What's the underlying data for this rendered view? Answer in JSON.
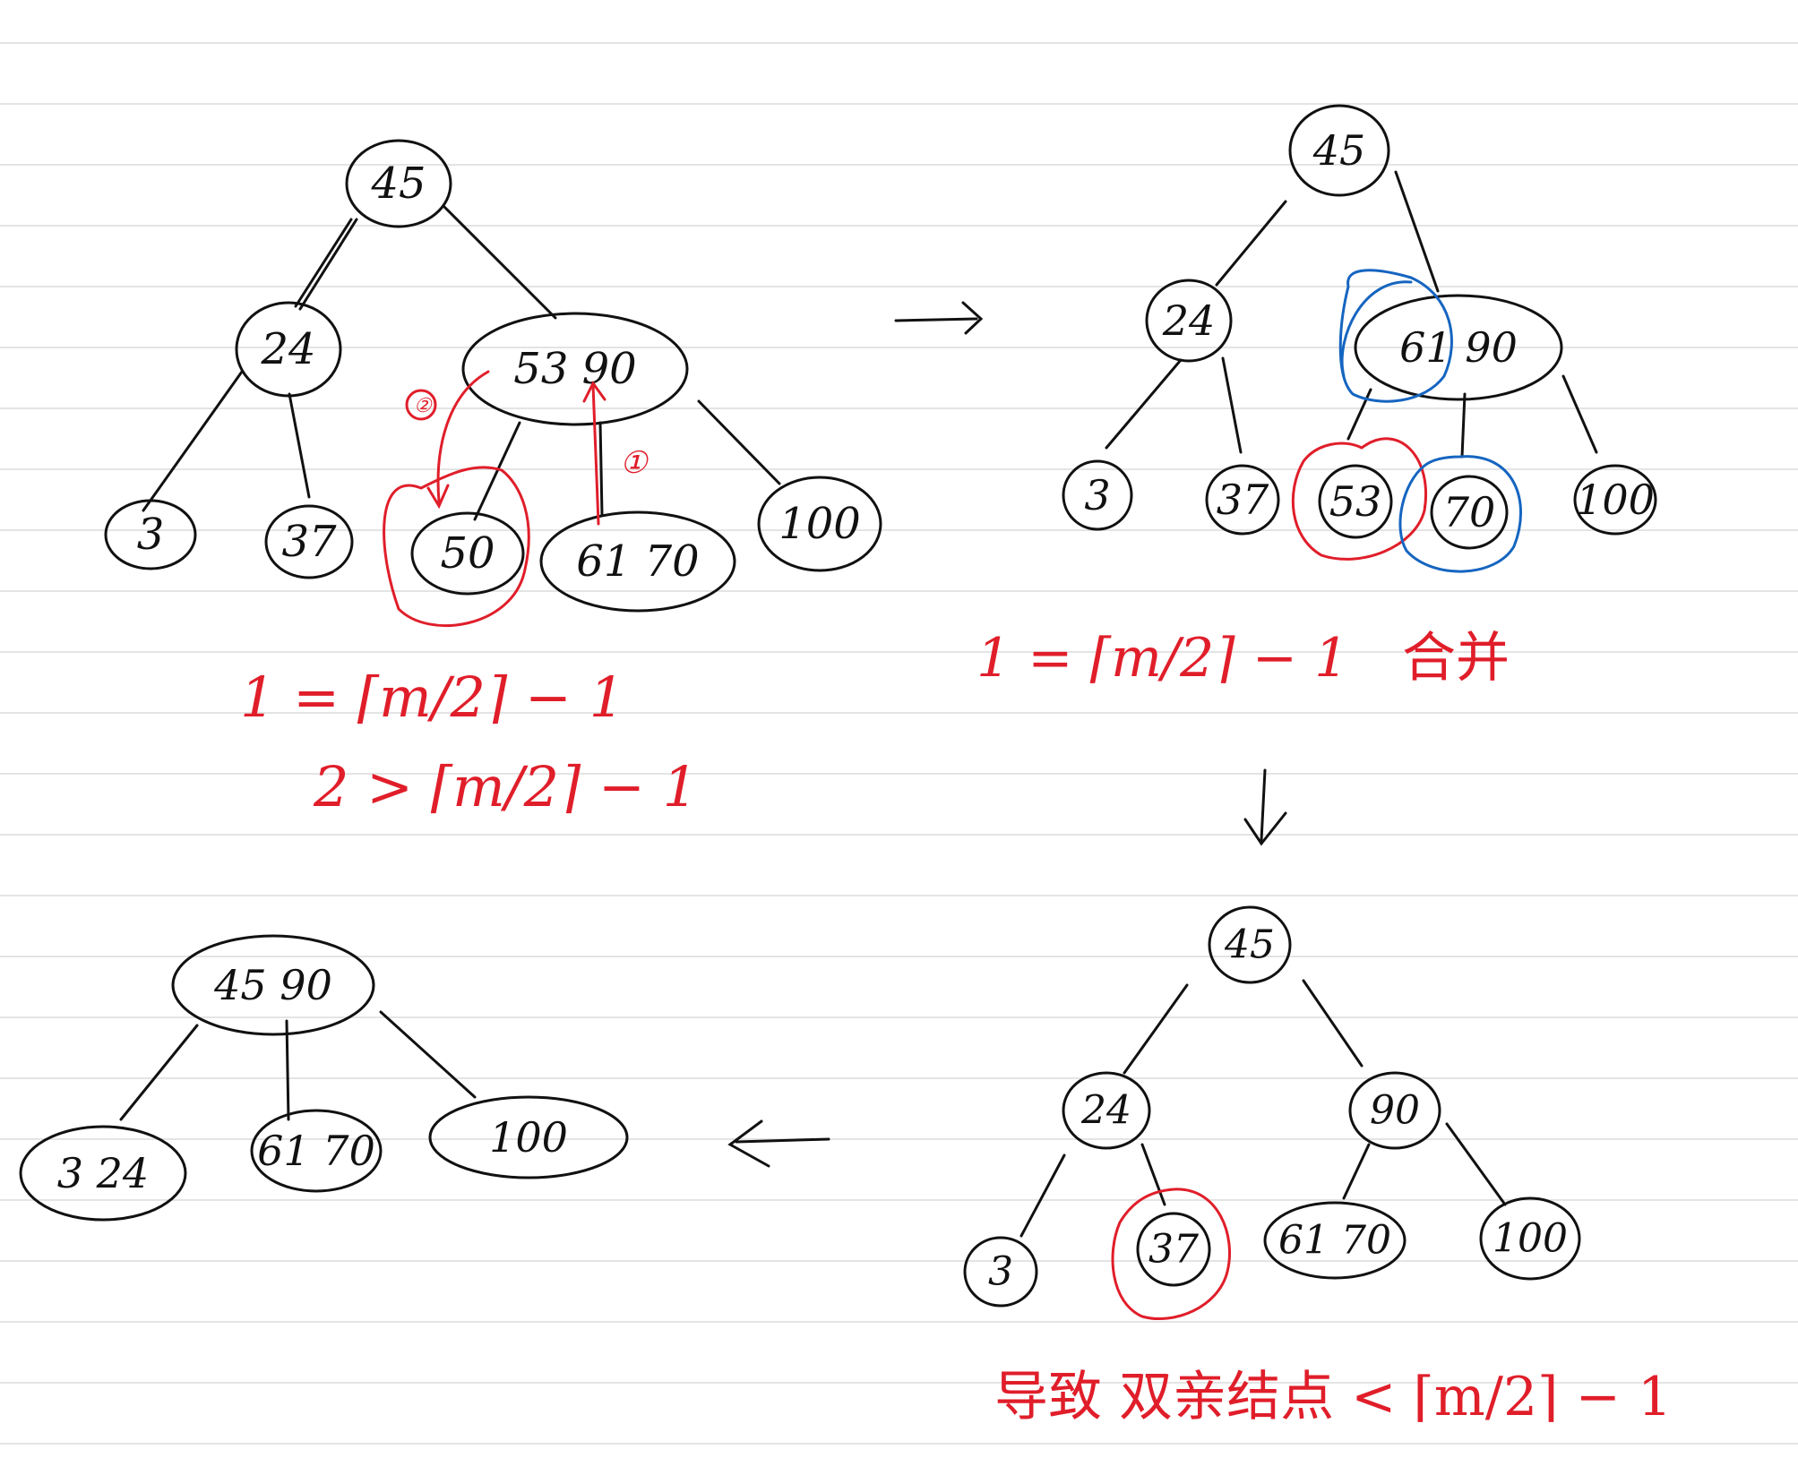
{
  "colors": {
    "ink": "#111111",
    "red": "#e01e2a",
    "blue": "#1565c0",
    "rule": "#e4e4e4"
  },
  "diagram1": {
    "root": "45",
    "left": "24",
    "right": "53 90",
    "leaves": [
      "3",
      "37",
      "50",
      "61 70",
      "100"
    ],
    "step1": "①",
    "step2": "②",
    "note1": "1 = ⌈m/2⌉ − 1",
    "note2": "2 > ⌈m/2⌉ − 1"
  },
  "diagram2": {
    "root": "45",
    "left": "24",
    "right": "61 90",
    "leaves": [
      "3",
      "37",
      "53",
      "70",
      "100"
    ],
    "note1": "1 = ⌈m/2⌉ − 1",
    "note2": "合并"
  },
  "diagram3": {
    "root": "45",
    "left": "24",
    "right": "90",
    "leaves": [
      "3",
      "37",
      "61 70",
      "100"
    ],
    "note": "导致 双亲结点 < ⌈m/2⌉ − 1"
  },
  "diagram4": {
    "root": "45 90",
    "leaves": [
      "3 24",
      "61 70",
      "100"
    ]
  },
  "arrows": {
    "right": "→",
    "down": "↓",
    "left": "←"
  }
}
